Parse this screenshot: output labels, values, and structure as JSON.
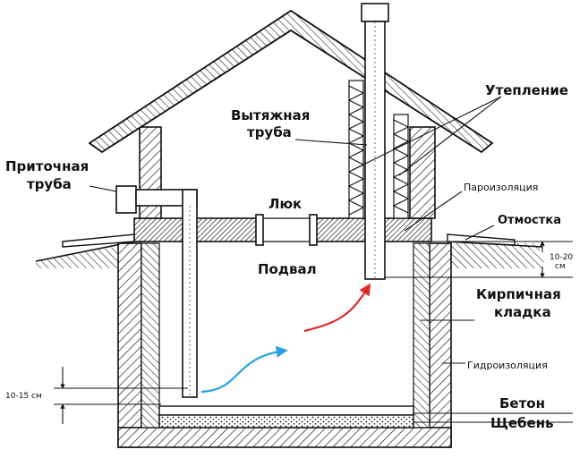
{
  "labels": {
    "exhaust_pipe_line1": "Вытяжная",
    "exhaust_pipe_line2": "труба",
    "insulation": "Утепление",
    "supply_pipe_line1": "Приточная",
    "supply_pipe_line2": "труба",
    "vapor_barrier": "Пароизоляция",
    "hatch": "Люк",
    "blind_area": "Отмостка",
    "gap_top": "10-20",
    "gap_top_unit": "см",
    "cellar": "Подвал",
    "brickwork_line1": "Кирпичная",
    "brickwork_line2": "кладка",
    "waterproofing": "Гидроизоляция",
    "gap_bottom": "10-15 см",
    "concrete": "Бетон",
    "gravel": "Щебень"
  },
  "colors": {
    "ink": "#111111",
    "warm_air": "#e0282c",
    "cold_air": "#2aa3e0",
    "background": "#ffffff"
  }
}
